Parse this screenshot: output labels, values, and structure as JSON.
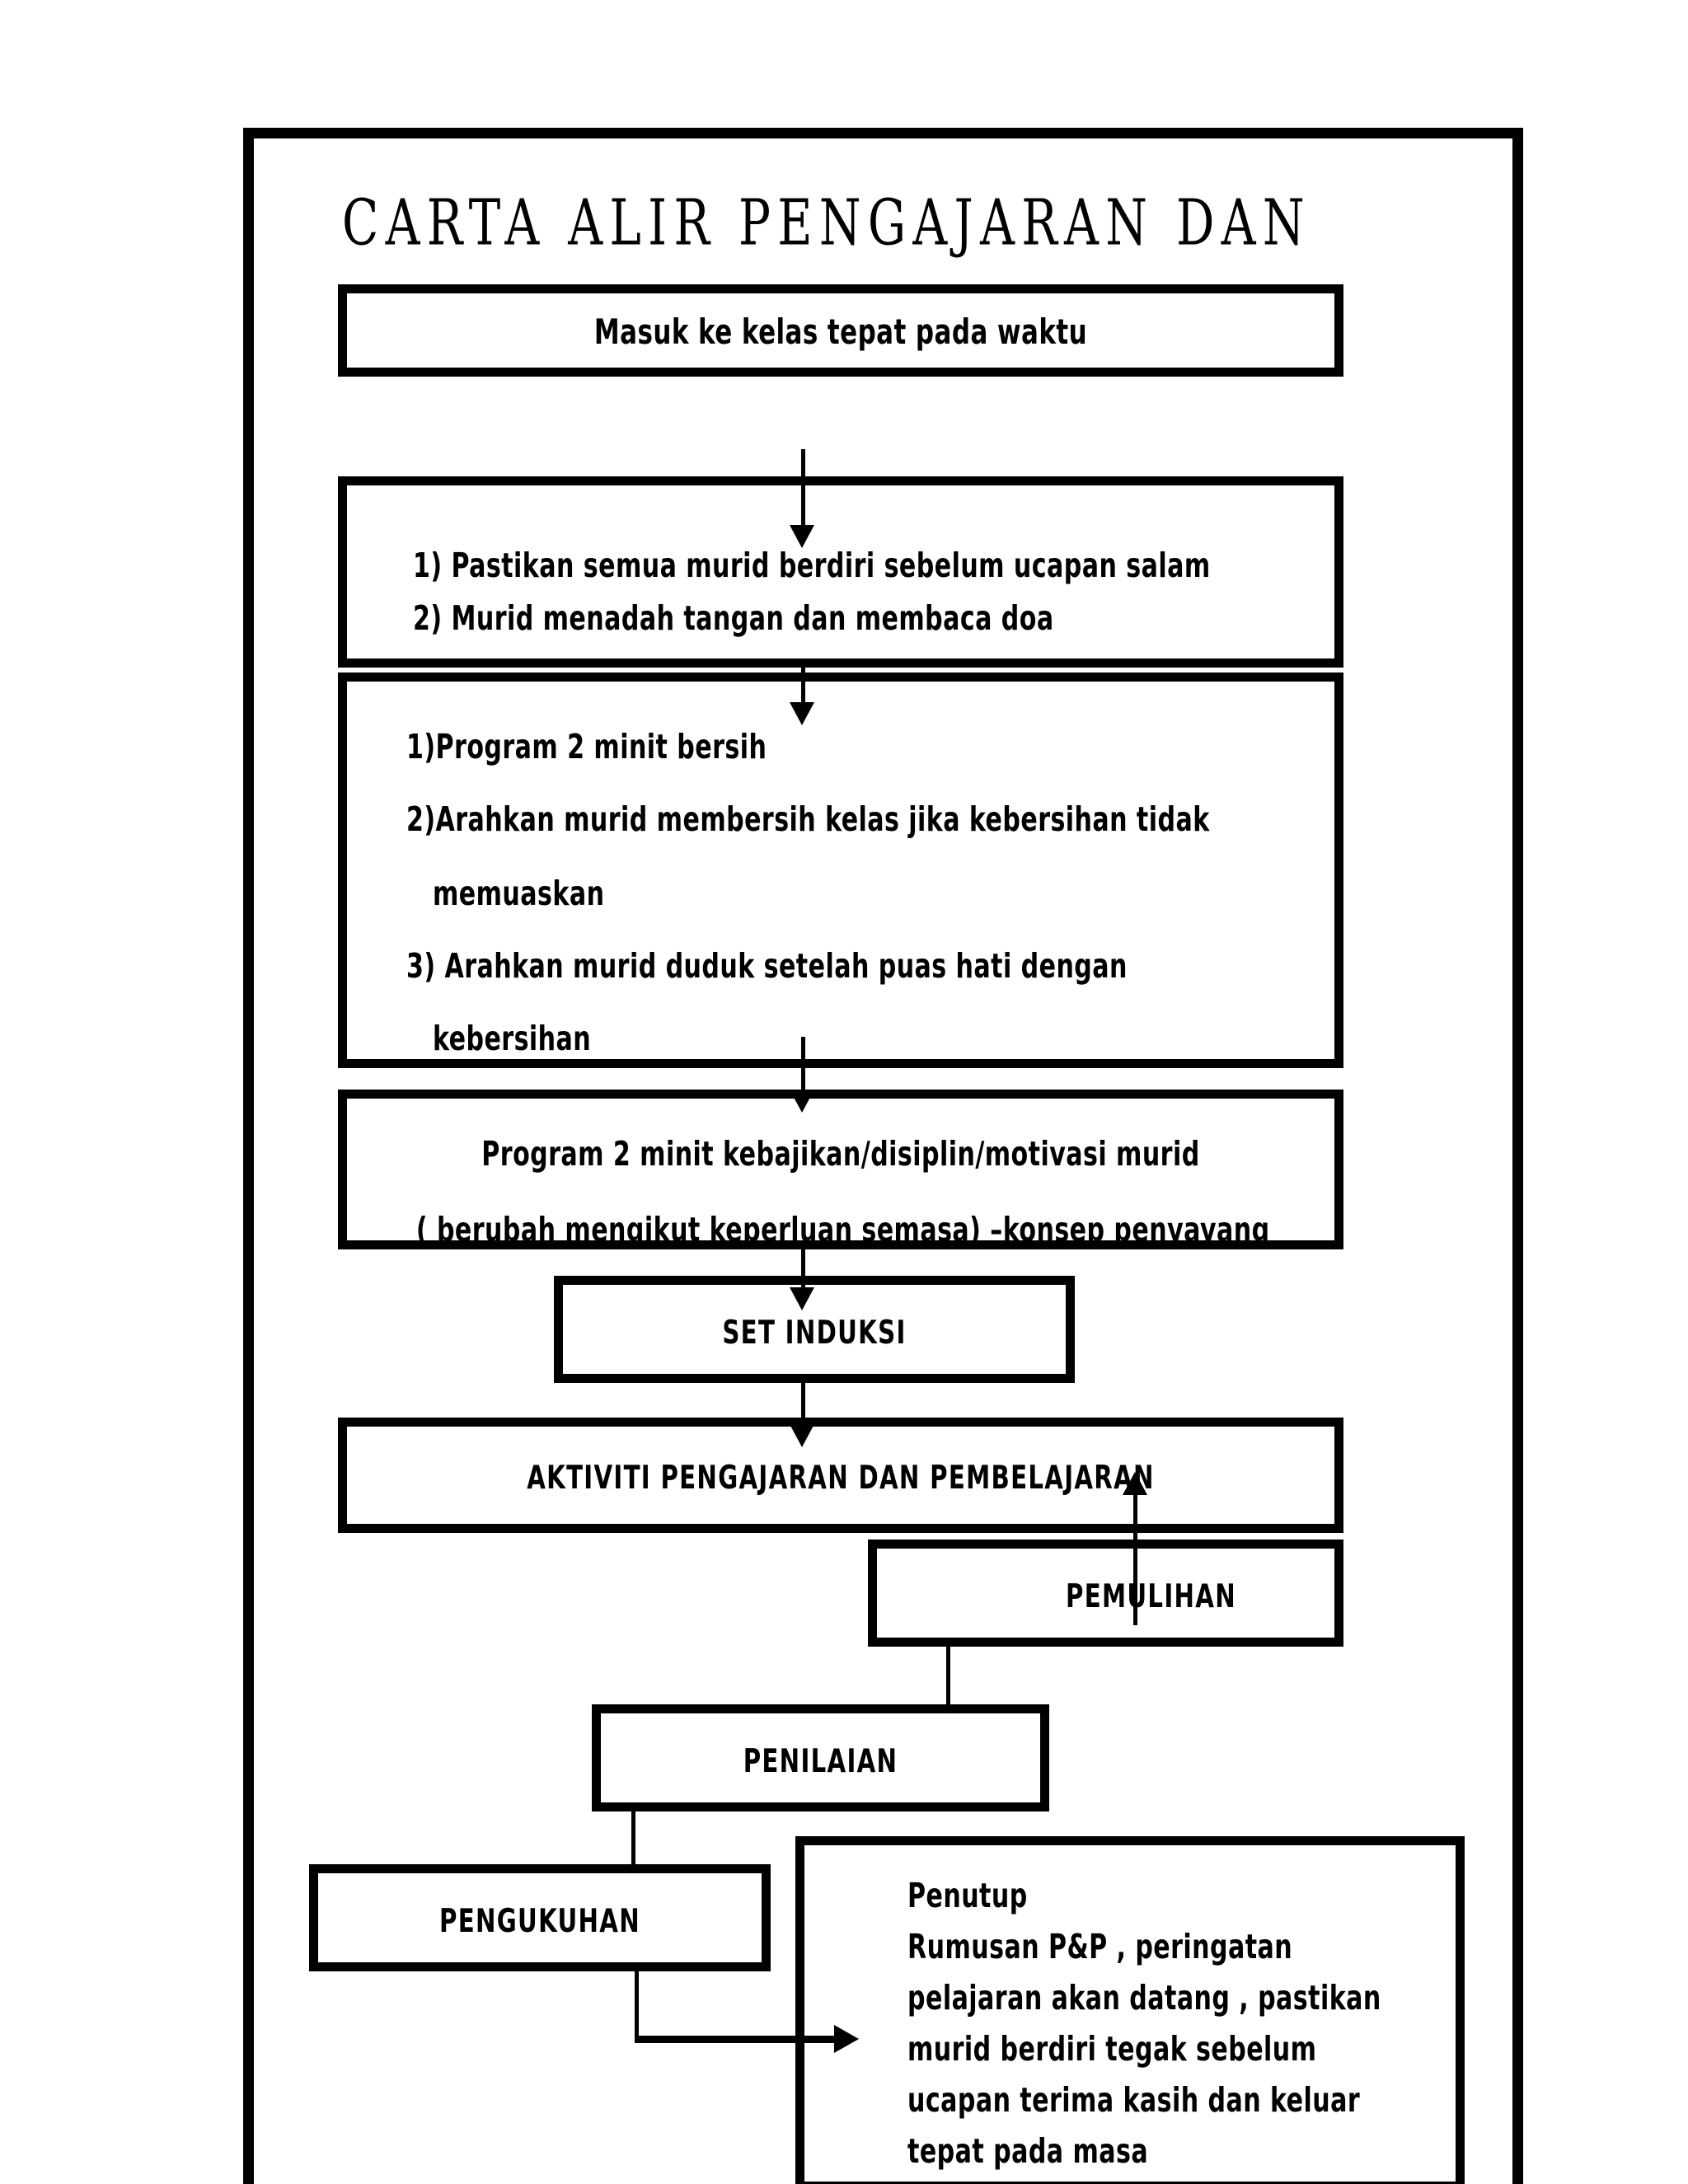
{
  "document": {
    "title": "CARTA ALIR PENGAJARAN DAN",
    "frame_color": "#000000",
    "background": "#ffffff"
  },
  "flowchart": {
    "type": "flowchart",
    "orientation": "top-to-bottom",
    "nodes": [
      {
        "id": "masuk",
        "label": "Masuk ke kelas tepat pada waktu",
        "align": "center"
      },
      {
        "id": "salam",
        "lines": [
          "1)  Pastikan semua murid berdiri sebelum ucapan salam",
          "2)  Murid menadah tangan dan membaca doa"
        ],
        "align": "left"
      },
      {
        "id": "bersih",
        "lines": [
          "1)Program 2 minit bersih",
          "2)Arahkan murid membersih kelas jika kebersihan tidak",
          "memuaskan",
          "3) Arahkan murid duduk setelah puas hati dengan",
          "kebersihan"
        ],
        "align": "left"
      },
      {
        "id": "kebajikan",
        "lines": [
          "Program 2 minit kebajikan/disiplin/motivasi murid",
          "( berubah mengikut keperluan semasa) –konsep penyayang"
        ],
        "align": "center"
      },
      {
        "id": "set-induksi",
        "label": "SET INDUKSI",
        "align": "center"
      },
      {
        "id": "aktiviti",
        "label": "AKTIVITI PENGAJARAN DAN PEMBELAJARAN",
        "align": "center"
      },
      {
        "id": "pemulihan",
        "label": "PEMULIHAN",
        "align": "center"
      },
      {
        "id": "penilaian",
        "label": "PENILAIAN",
        "align": "center"
      },
      {
        "id": "pengukuhan",
        "label": "PENGUKUHAN",
        "align": "center"
      },
      {
        "id": "penutup",
        "lines": [
          "Penutup",
          "Rumusan P&P , peringatan",
          "pelajaran akan datang , pastikan",
          "murid berdiri tegak sebelum",
          "ucapan terima kasih dan keluar",
          "tepat pada masa"
        ],
        "align": "left"
      }
    ],
    "edges": [
      {
        "from": "masuk",
        "to": "salam",
        "style": "arrow-down"
      },
      {
        "from": "salam",
        "to": "bersih",
        "style": "arrow-down"
      },
      {
        "from": "bersih",
        "to": "kebajikan",
        "style": "arrow-down"
      },
      {
        "from": "kebajikan",
        "to": "set-induksi",
        "style": "arrow-down"
      },
      {
        "from": "set-induksi",
        "to": "aktiviti",
        "style": "arrow-down"
      },
      {
        "from": "pemulihan",
        "to": "aktiviti",
        "style": "arrow-up"
      },
      {
        "from": "pemulihan",
        "to": "penilaian",
        "style": "plain-line"
      },
      {
        "from": "penilaian",
        "to": "pengukuhan",
        "style": "plain-line"
      },
      {
        "from": "pengukuhan",
        "to": "penutup",
        "style": "arrow-right"
      }
    ]
  }
}
